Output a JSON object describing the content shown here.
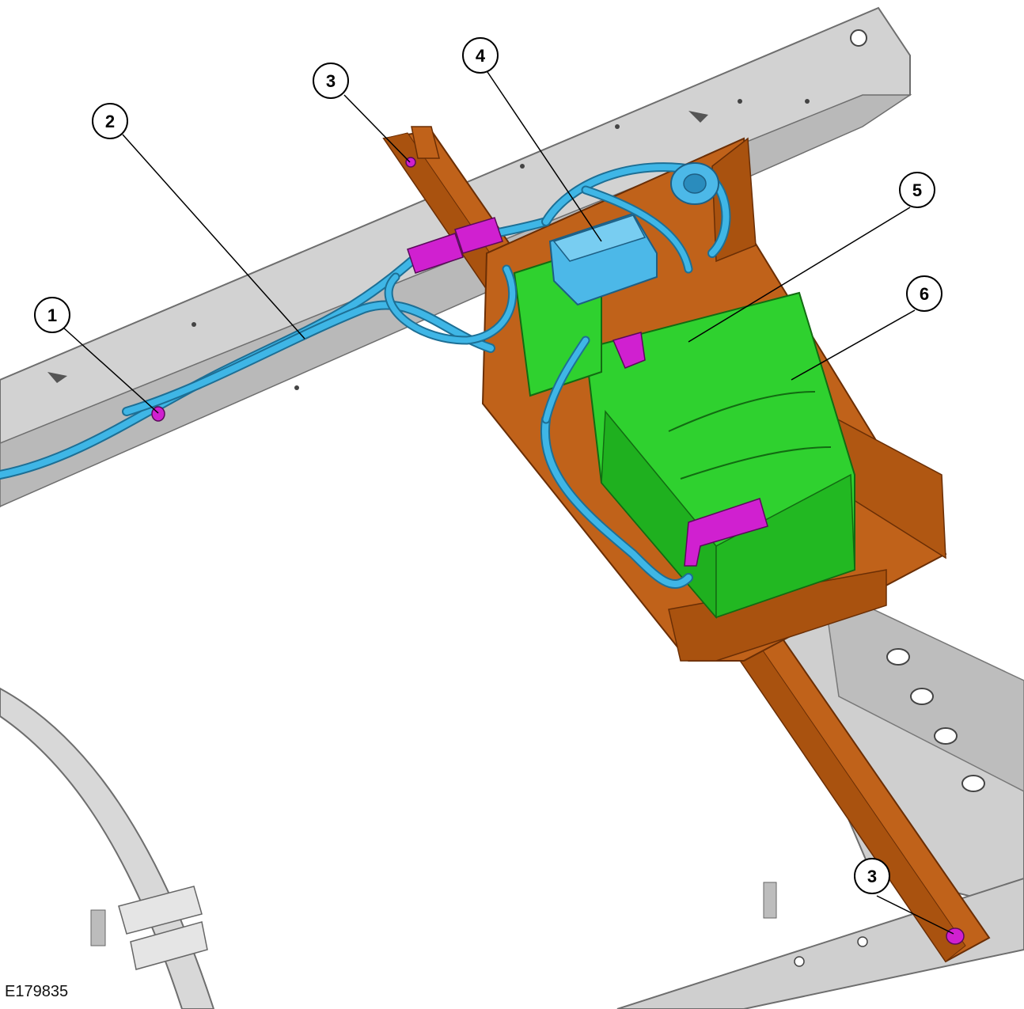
{
  "figure": {
    "id": "E179835"
  },
  "callouts": [
    {
      "number": "1",
      "part": "harness-clip"
    },
    {
      "number": "2",
      "part": "wiring-harness"
    },
    {
      "number": "3",
      "part": "bracket-bolt-front"
    },
    {
      "number": "3",
      "part": "bracket-bolt-rear"
    },
    {
      "number": "4",
      "part": "fuse-box"
    },
    {
      "number": "5",
      "part": "battery"
    },
    {
      "number": "6",
      "part": "battery-tray"
    }
  ],
  "colors": {
    "frame": "#c8c8c8",
    "frame_dark": "#8e8e8e",
    "bracket": "#c0621a",
    "bracket_dark": "#7a3a0a",
    "battery": "#2fd12f",
    "battery_dark": "#168a16",
    "cable": "#3fb6e6",
    "cable_dark": "#1d6f95",
    "terminal": "#d020d0",
    "callout_stroke": "#000000"
  }
}
